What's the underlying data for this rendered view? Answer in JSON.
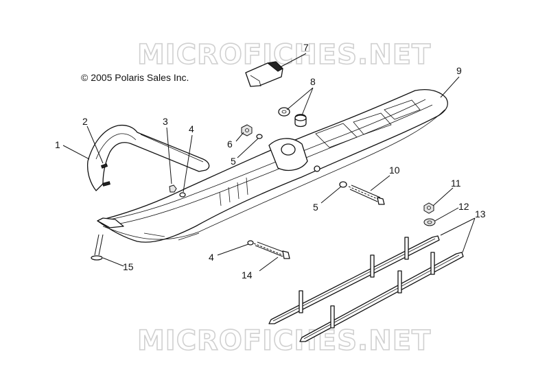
{
  "watermark": "MICROFICHES.NET",
  "copyright": "© 2005 Polaris Sales Inc.",
  "callouts": [
    {
      "id": "1",
      "label": "1"
    },
    {
      "id": "2",
      "label": "2"
    },
    {
      "id": "3",
      "label": "3"
    },
    {
      "id": "4a",
      "label": "4"
    },
    {
      "id": "4b",
      "label": "4"
    },
    {
      "id": "5a",
      "label": "5"
    },
    {
      "id": "5b",
      "label": "5"
    },
    {
      "id": "6",
      "label": "6"
    },
    {
      "id": "7",
      "label": "7"
    },
    {
      "id": "8",
      "label": "8"
    },
    {
      "id": "9",
      "label": "9"
    },
    {
      "id": "10",
      "label": "10"
    },
    {
      "id": "11",
      "label": "11"
    },
    {
      "id": "12",
      "label": "12"
    },
    {
      "id": "13",
      "label": "13"
    },
    {
      "id": "14",
      "label": "14"
    },
    {
      "id": "15",
      "label": "15"
    }
  ]
}
